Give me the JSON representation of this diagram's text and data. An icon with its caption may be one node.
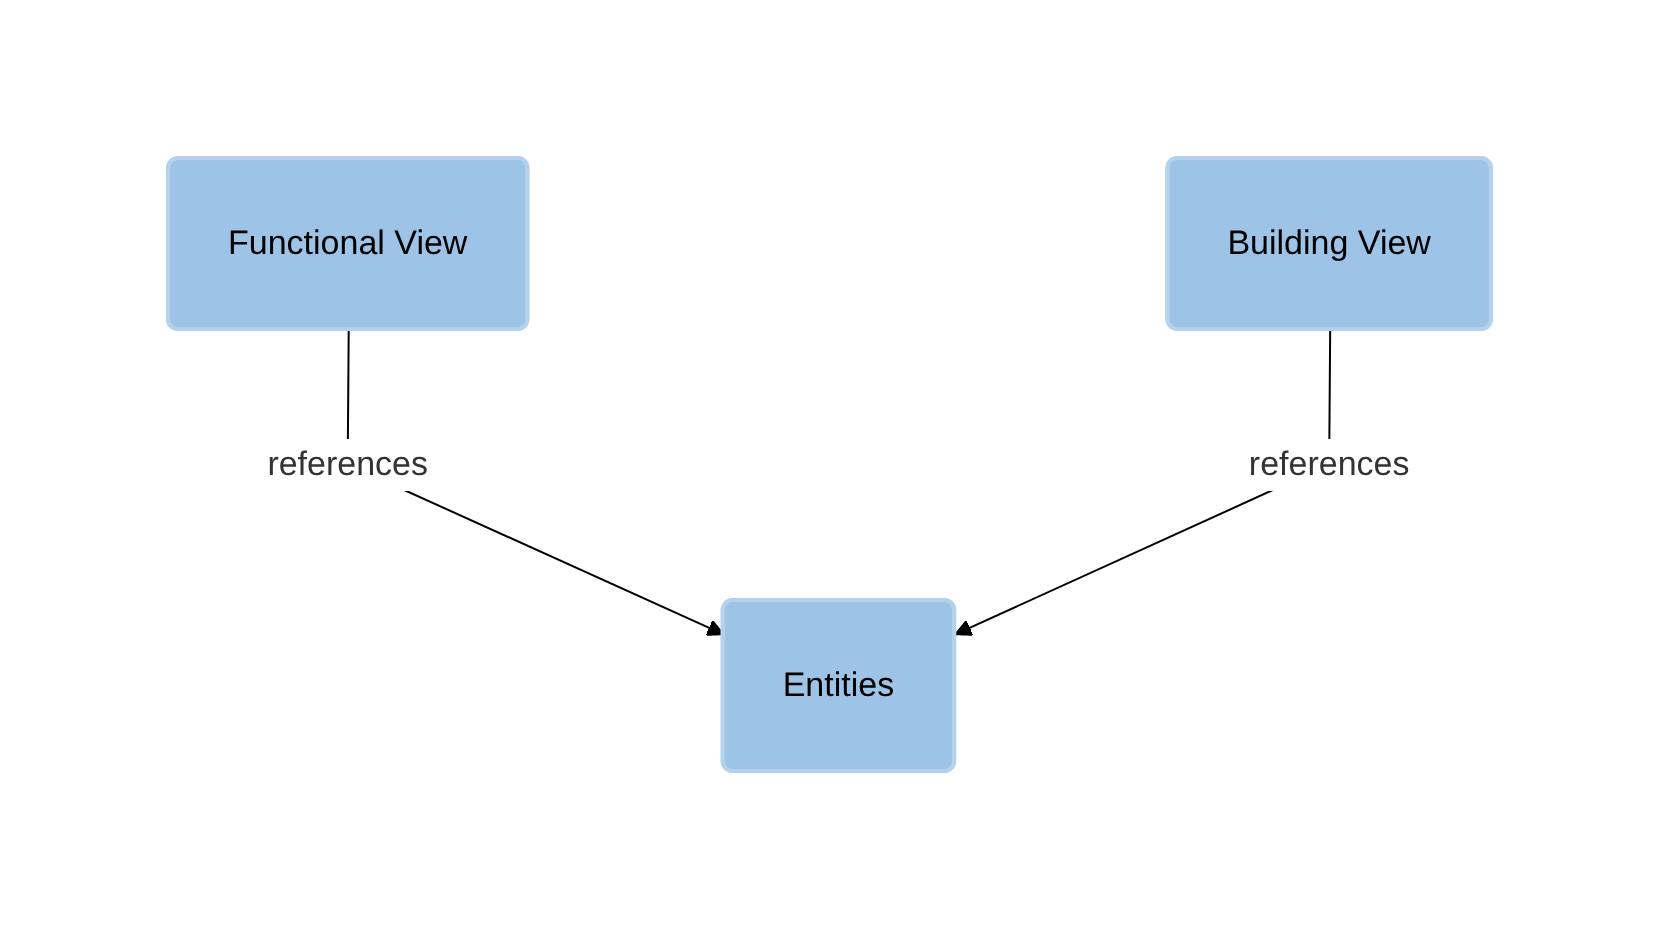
{
  "diagram": {
    "nodes": [
      {
        "text": [
          "Functional View"
        ]
      },
      {
        "text": [
          "Building View"
        ]
      },
      {
        "text": [
          "Entities"
        ]
      }
    ],
    "edges": [
      {
        "from": 0,
        "to": 2,
        "arrow": "to",
        "label": "references"
      },
      {
        "from": 1,
        "to": 2,
        "arrow": "to",
        "label": "references"
      }
    ]
  }
}
